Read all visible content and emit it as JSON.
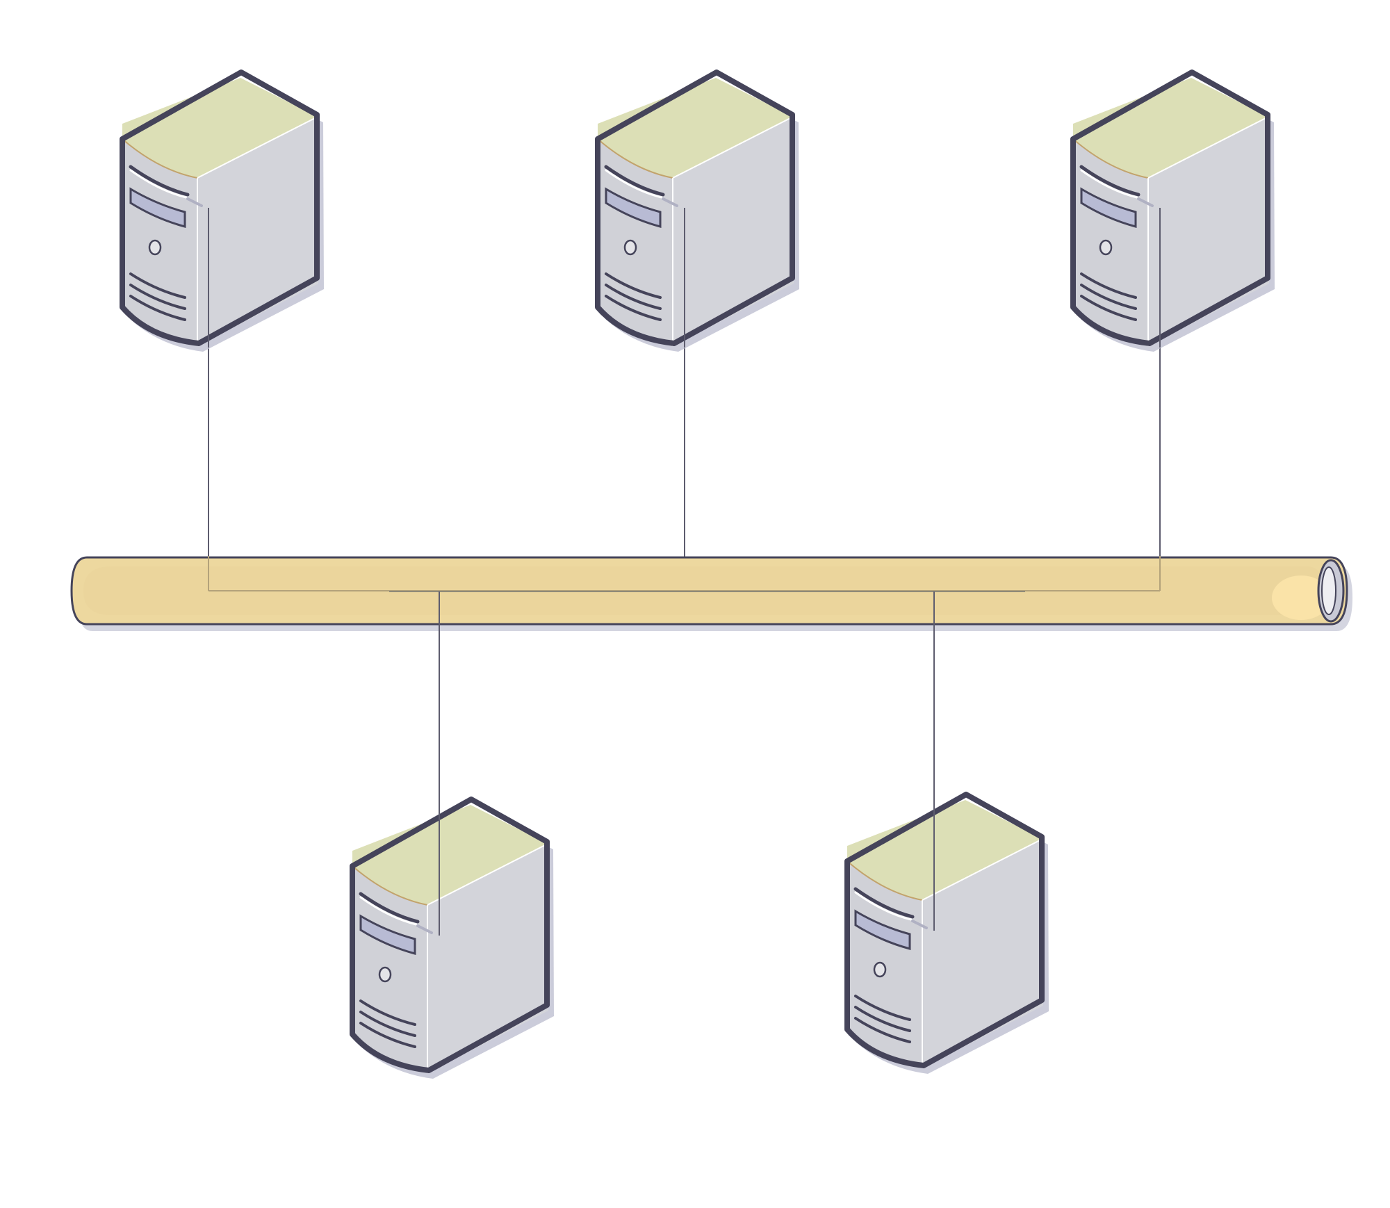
{
  "diagram": {
    "type": "bus-network",
    "colors": {
      "background": "#ffffff",
      "outline": "#45445a",
      "server_top": "#dcdfb6",
      "server_side": "#d3d4da",
      "server_front": "#d0d1d7",
      "server_shadow": "#c2c3d3",
      "bus_fill": "#edd89f",
      "bus_highlight": "#fae3a8",
      "bus_end": "#c9cad6",
      "connector_line": "#5d5c6e",
      "bus_line": "#b3a27a"
    },
    "servers": [
      {
        "id": "server-top-left",
        "icon": "server-tower-icon"
      },
      {
        "id": "server-top-center",
        "icon": "server-tower-icon"
      },
      {
        "id": "server-top-right",
        "icon": "server-tower-icon"
      },
      {
        "id": "server-bottom-left",
        "icon": "server-tower-icon"
      },
      {
        "id": "server-bottom-right",
        "icon": "server-tower-icon"
      }
    ],
    "bus": {
      "icon": "network-bus-pipe-icon"
    },
    "connections": [
      {
        "from": "server-top-left",
        "to": "bus"
      },
      {
        "from": "server-top-center",
        "to": "bus"
      },
      {
        "from": "server-top-right",
        "to": "bus"
      },
      {
        "from": "server-bottom-left",
        "to": "bus"
      },
      {
        "from": "server-bottom-right",
        "to": "bus"
      }
    ]
  }
}
